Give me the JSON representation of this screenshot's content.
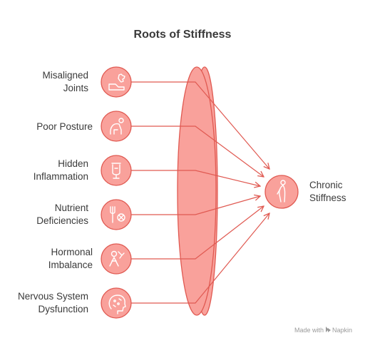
{
  "title": "Roots of Stiffness",
  "causes": [
    {
      "lines": [
        "Misaligned",
        "Joints"
      ],
      "icon": "joints-icon"
    },
    {
      "lines": [
        "Poor Posture"
      ],
      "icon": "posture-icon"
    },
    {
      "lines": [
        "Hidden",
        "Inflammation"
      ],
      "icon": "inflammation-icon"
    },
    {
      "lines": [
        "Nutrient",
        "Deficiencies"
      ],
      "icon": "nutrient-icon"
    },
    {
      "lines": [
        "Hormonal",
        "Imbalance"
      ],
      "icon": "hormone-icon"
    },
    {
      "lines": [
        "Nervous System",
        "Dysfunction"
      ],
      "icon": "brain-icon"
    }
  ],
  "effect": {
    "lines": [
      "Chronic",
      "Stiffness"
    ],
    "icon": "stiff-person-icon"
  },
  "watermark": {
    "prefix": "Made with",
    "brand": "Napkin"
  },
  "colors": {
    "fill": "#f9a19b",
    "stroke": "#e05a52",
    "text": "#3a3a3a"
  }
}
